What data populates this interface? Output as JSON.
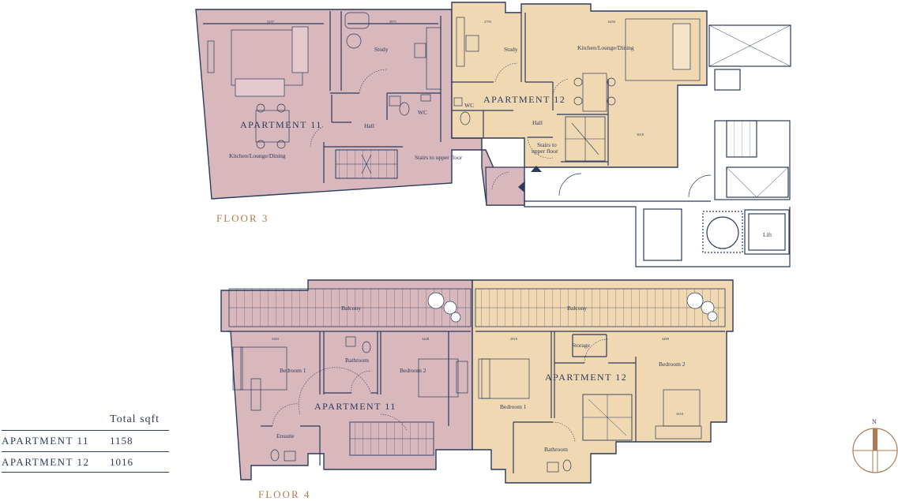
{
  "floors": {
    "floor3_label": "FLOOR 3",
    "floor4_label": "FLOOR 4"
  },
  "apartments": {
    "apt11": "APARTMENT 11",
    "apt12": "APARTMENT 12"
  },
  "rooms": {
    "study": "Study",
    "kitchen": "Kitchen/Lounge/Dining",
    "hall": "Hall",
    "wc": "WC",
    "stairs_upper": "Stairs to upper floor",
    "stairs_to": "Stairs to",
    "upper_floor": "upper floor",
    "lift": "Lift",
    "balcony": "Balcony",
    "bedroom1": "Bedroom 1",
    "bedroom2": "Bedroom 2",
    "bathroom": "Bathroom",
    "ensuite": "Ensuite",
    "storage": "Storage"
  },
  "dimensions": {
    "d5237": "5237",
    "d3971": "3971",
    "d2795": "2795",
    "d6450": "6450",
    "d3618": "3618",
    "d3383": "3383",
    "d3448": "3448",
    "d2818": "2818",
    "d4489": "4489",
    "d3418": "3418"
  },
  "sqft": {
    "title": "Total sqft",
    "rows": [
      {
        "name": "APARTMENT 11",
        "value": "1158"
      },
      {
        "name": "APARTMENT 12",
        "value": "1016"
      }
    ]
  },
  "compass": {
    "north": "N"
  },
  "colors": {
    "apt11_fill": "#d8b7bd",
    "apt12_fill": "#f0d8b3",
    "ink": "#2b3b5c",
    "label_accent": "#b07a52"
  }
}
